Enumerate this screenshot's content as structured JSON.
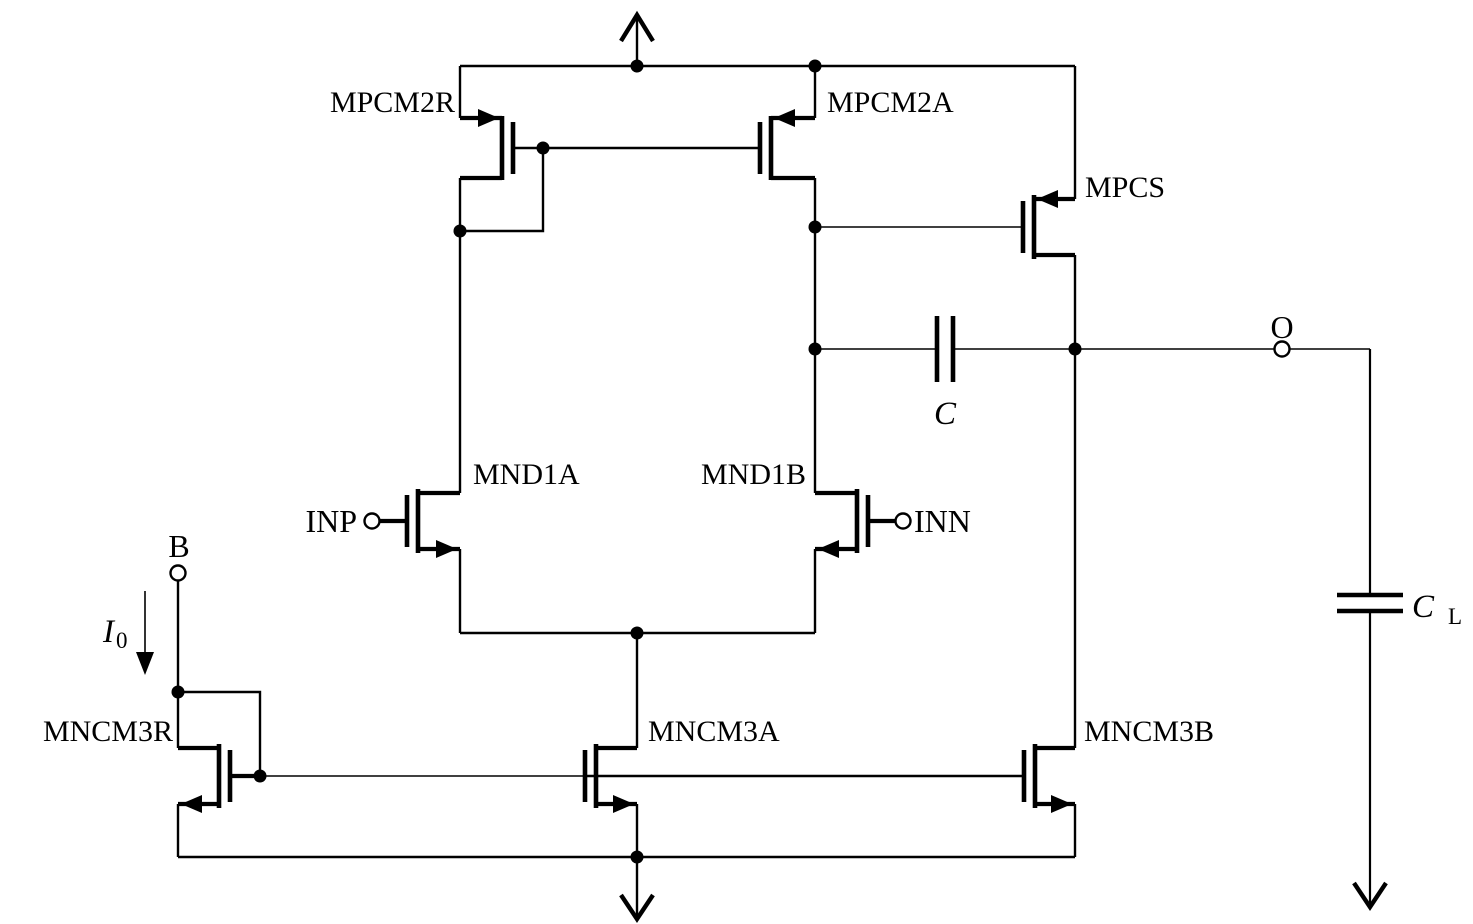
{
  "figure": {
    "type": "circuit-schematic",
    "subject": "two-stage Miller-compensated operational amplifier",
    "ink_color": "#000000",
    "background_color": "#ffffff"
  },
  "labels": {
    "mpcm2r": "MPCM2R",
    "mpcm2a": "MPCM2A",
    "mpcs": "MPCS",
    "mnd1a": "MND1A",
    "mnd1b": "MND1B",
    "mncm3r": "MNCM3R",
    "mncm3a": "MNCM3A",
    "mncm3b": "MNCM3B"
  },
  "terminals": {
    "bias": "B",
    "input_positive": "INP",
    "input_negative": "INN",
    "output": "O"
  },
  "capacitors": {
    "compensation": {
      "symbol": "C"
    },
    "load": {
      "symbol": "C",
      "subscript": "L"
    }
  },
  "bias_current": {
    "symbol": "I",
    "subscript": "0"
  },
  "icons": {
    "supply": "vdd-up-arrow-icon",
    "ground": "gnd-down-arrow-icon",
    "current_direction": "current-down-arrow-icon"
  }
}
